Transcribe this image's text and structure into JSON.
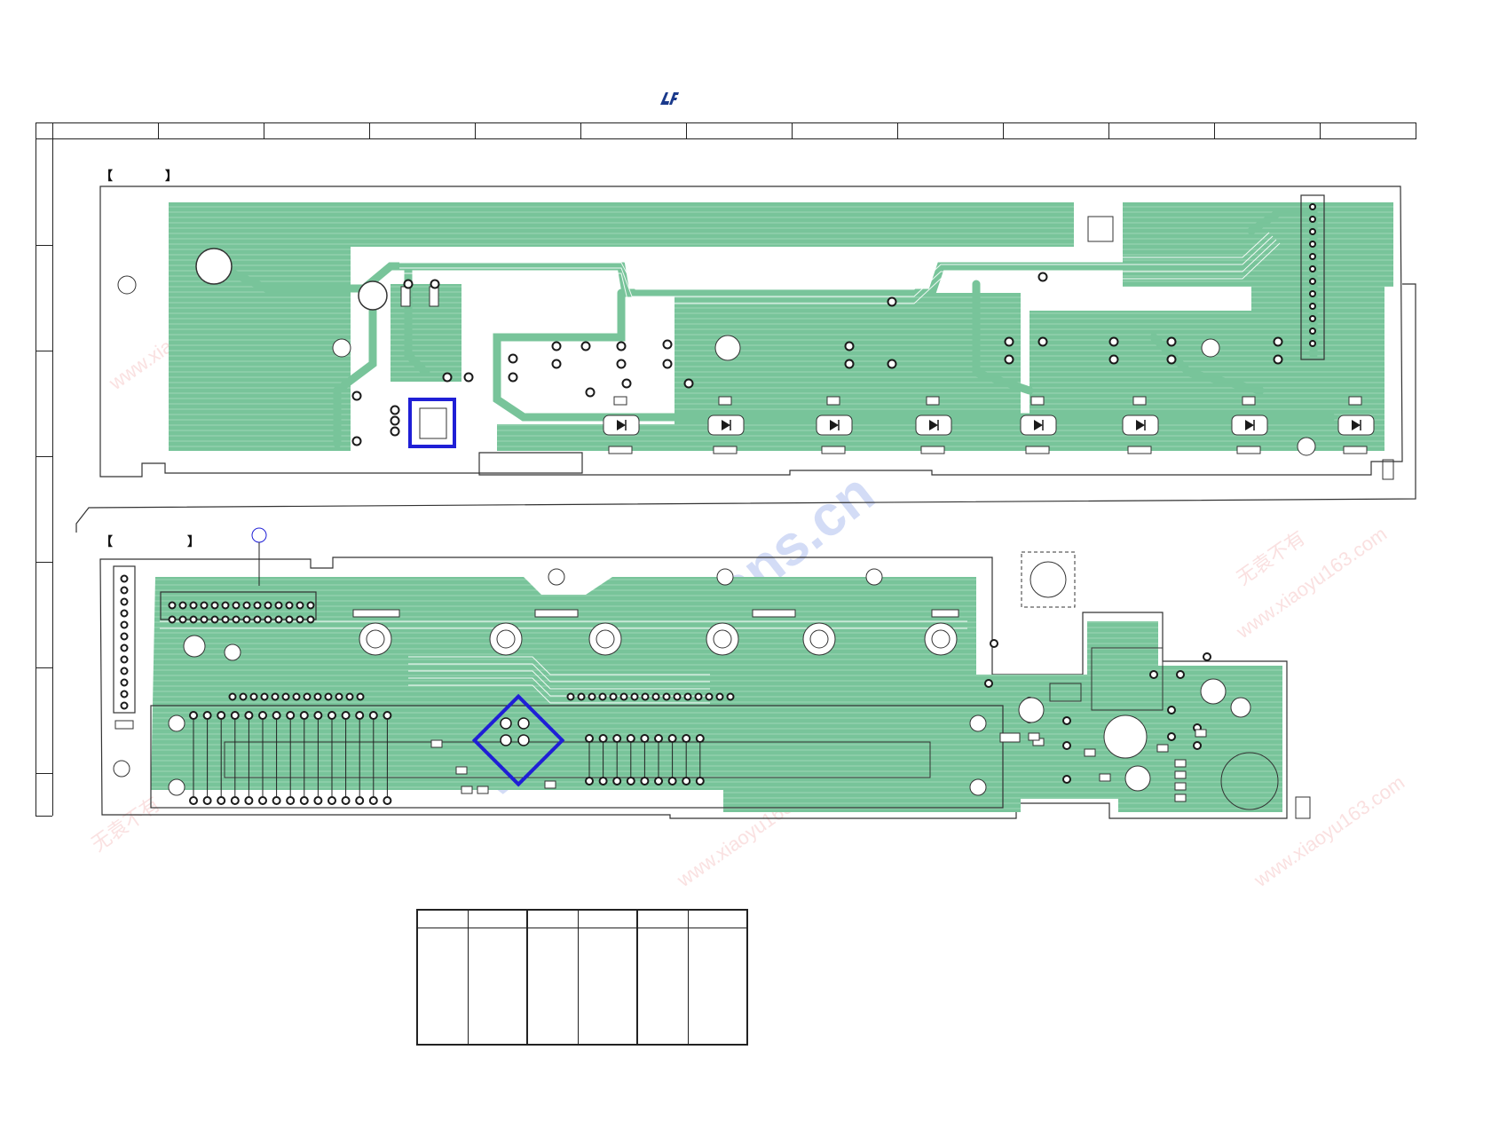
{
  "logo": {
    "text": "LF",
    "color": "#1a3a8c"
  },
  "colors": {
    "copper": "#78c49a",
    "copper_dark": "#5aae80",
    "board_outline": "#333333",
    "highlight": "#1f1fd6",
    "pad": "#1a1a1a",
    "pad_hole": "#ffffff"
  },
  "top_board": {
    "label_open": "【",
    "label_close": "】"
  },
  "bottom_board": {
    "label_open": "【",
    "label_close": "】"
  },
  "watermarks": [
    "www.radiofans.cn",
    "www.xiaoyu163.com",
    "无袁不有"
  ],
  "grid": {
    "columns": 13,
    "rows": 7
  },
  "reference_table": {
    "columns": 6
  }
}
